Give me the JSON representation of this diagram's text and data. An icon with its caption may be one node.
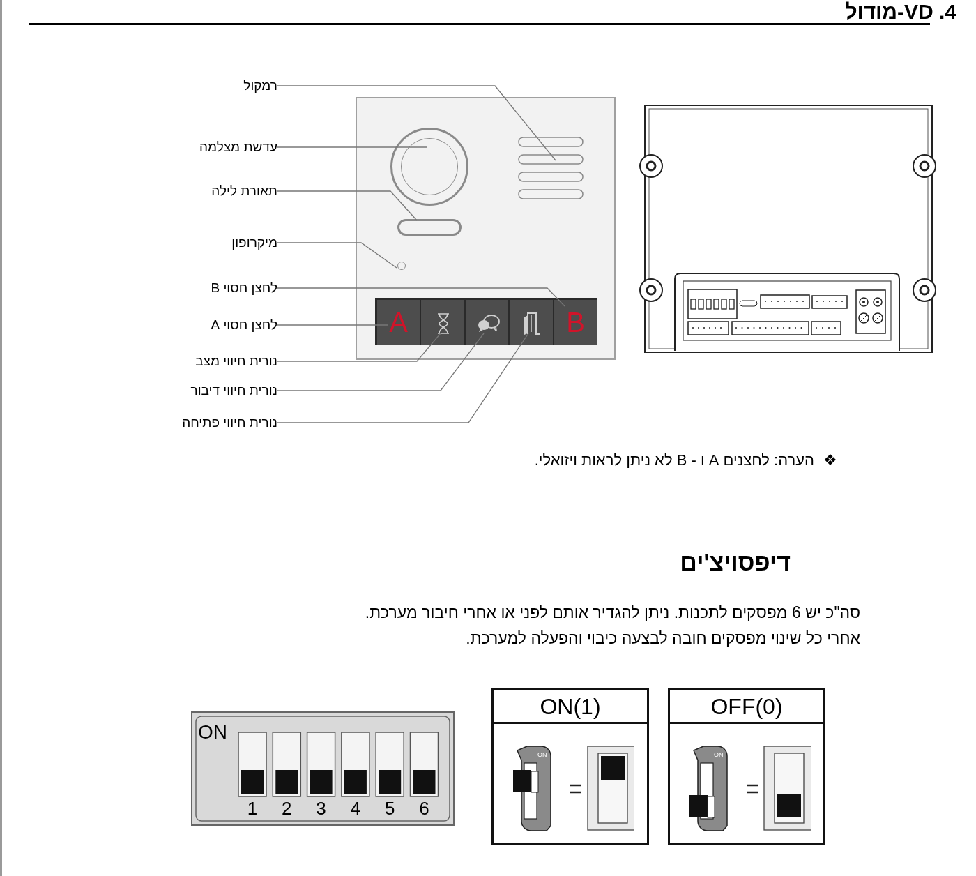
{
  "diagram": {
    "title": "4. VD-מודול",
    "nodes": [
      {
        "text": [
          "רמקול"
        ]
      },
      {
        "text": [
          "עדשת מצלמה"
        ]
      },
      {
        "text": [
          "תאורת לילה"
        ]
      },
      {
        "text": [
          "מיקרופון"
        ]
      },
      {
        "text": [
          "לחצן חסוי B"
        ]
      },
      {
        "text": [
          "לחצן חסוי  A"
        ]
      },
      {
        "text": [
          "נורית חיווי מצב"
        ]
      },
      {
        "text": [
          "נורית חיווי דיבור"
        ]
      },
      {
        "text": [
          "נורית חיווי פתיחה"
        ]
      },
      {
        "text": [],
        "shape": "box"
      },
      {
        "text": [],
        "shape": "box",
        "in": 9
      },
      {
        "text": [],
        "shape": "circle",
        "in": 9
      },
      {
        "text": [],
        "shape": "bar",
        "in": 9
      },
      {
        "text": [],
        "shape": "circle",
        "in": 9
      },
      {
        "text": [
          "A"
        ],
        "in": 9
      },
      {
        "text": [],
        "shape": "box",
        "in": 9
      },
      {
        "text": [],
        "shape": "box",
        "in": 9
      },
      {
        "text": [],
        "shape": "box",
        "in": 9
      },
      {
        "text": [
          "B"
        ],
        "in": 9
      },
      {
        "text": [
          "ON(1)"
        ]
      },
      {
        "text": [
          "OFF(0)"
        ]
      }
    ],
    "edges": [
      {
        "from": 0,
        "to": 10,
        "arrow": "none"
      },
      {
        "from": 1,
        "to": 11,
        "arrow": "none"
      },
      {
        "from": 2,
        "to": 12,
        "arrow": "none"
      },
      {
        "from": 3,
        "to": 13,
        "arrow": "none"
      },
      {
        "from": 4,
        "to": 18,
        "arrow": "none"
      },
      {
        "from": 5,
        "to": 14,
        "arrow": "none"
      },
      {
        "from": 6,
        "to": 15,
        "arrow": "none"
      },
      {
        "from": 7,
        "to": 16,
        "arrow": "none"
      },
      {
        "from": 8,
        "to": 17,
        "arrow": "none"
      }
    ],
    "labels": [
      "❖",
      "הערה: לחצנים A ו - B לא ניתן לראות ויזואלי.",
      "דיפסויצ'ים",
      "סה\"כ יש 6 מפסקים  לתכנות. ניתן להגדיר אותם לפני או אחרי חיבור מערכת.",
      "אחרי כל שינוי מפסקים חובה לבצעה כיבוי והפעלה למערכת.",
      "ON",
      "1",
      "2",
      "3",
      "4",
      "5",
      "6",
      "ON",
      "ON"
    ]
  }
}
